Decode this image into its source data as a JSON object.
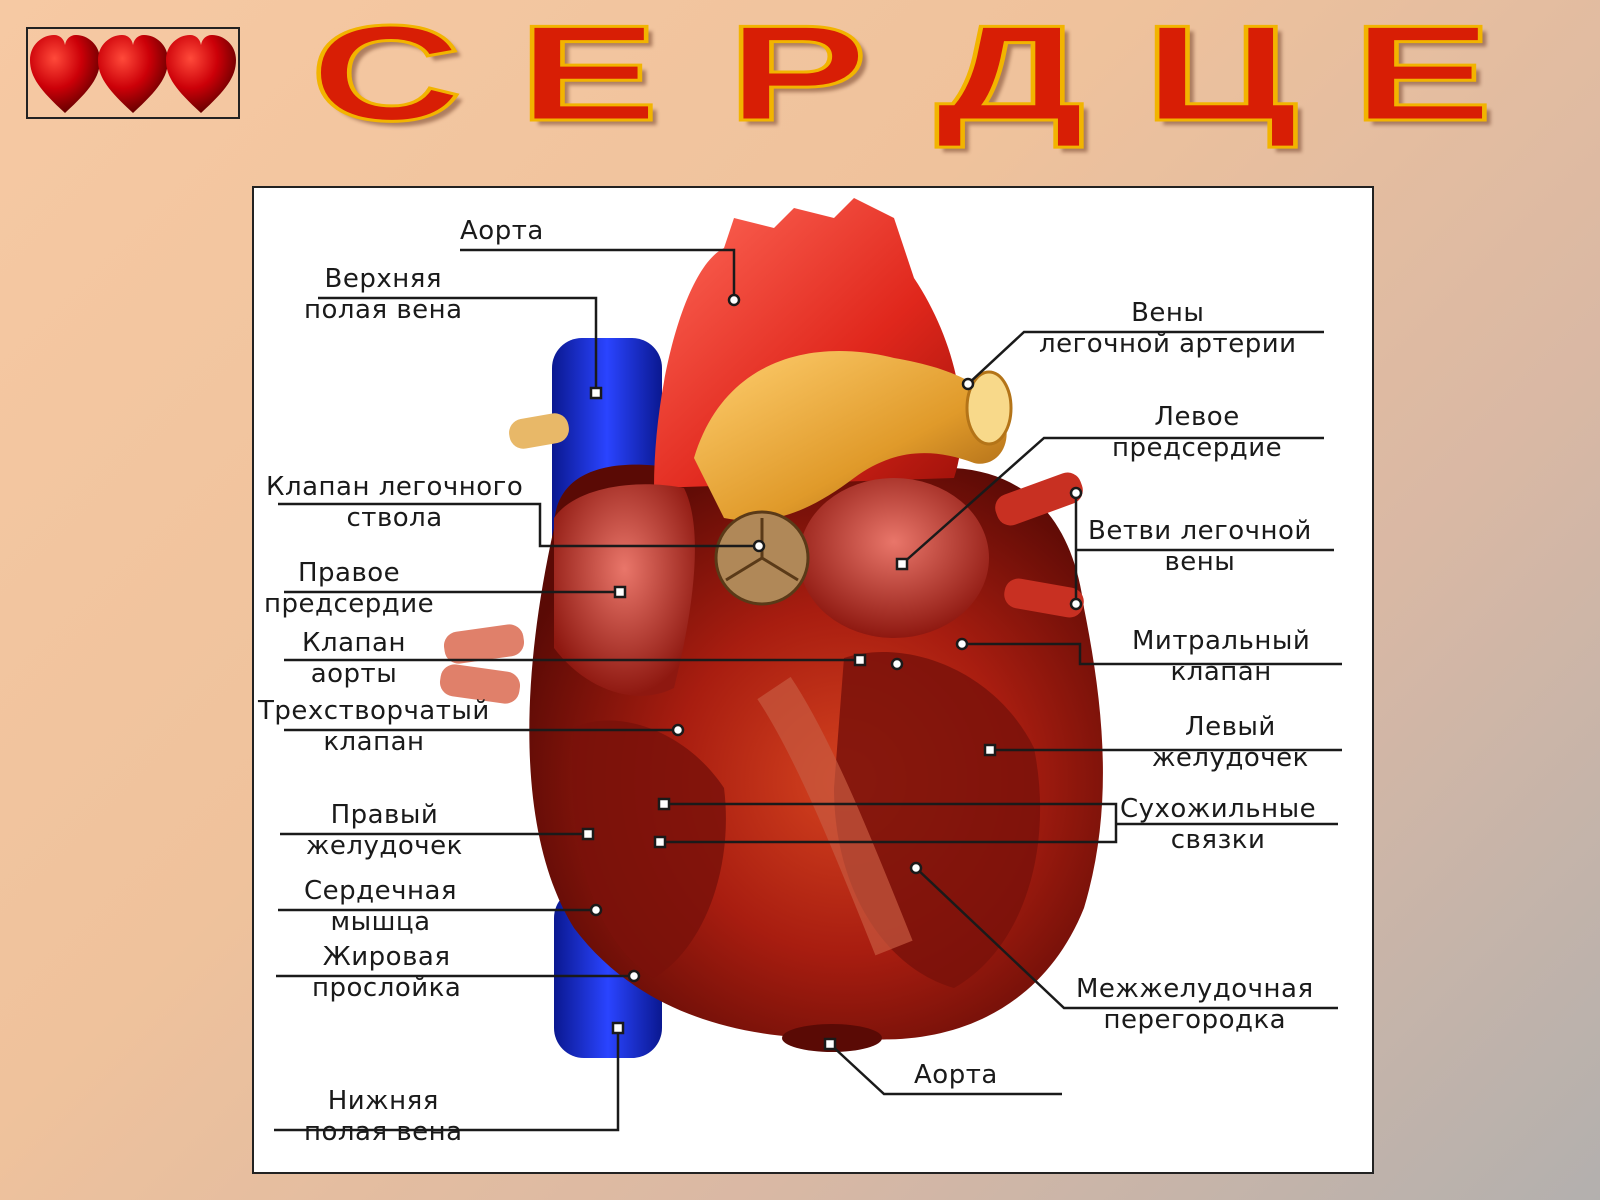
{
  "title": "СЕРДЦЕ",
  "title_letters": [
    "С",
    "Е",
    "Р",
    "Д",
    "Ц",
    "Е"
  ],
  "icons": {
    "hearts": "three-hearts-icon"
  },
  "colors": {
    "title_fill": "#d81e05",
    "title_outline": "#f2b400",
    "heart": "#c8000a",
    "vein_blue": "#1b2fd0"
  },
  "labels": {
    "aorta_top": [
      "Аорта"
    ],
    "superior_vena_cava": [
      "Верхняя",
      "полая вена"
    ],
    "pulmonary_veins_artery": [
      "Вены",
      "легочной артерии"
    ],
    "left_atrium": [
      "Левое",
      "предсердие"
    ],
    "pulmonary_valve": [
      "Клапан легочного",
      "ствола"
    ],
    "pulmonary_vein_branches": [
      "Ветви легочной",
      "вены"
    ],
    "right_atrium": [
      "Правое",
      "предсердие"
    ],
    "mitral_valve": [
      "Митральный",
      "клапан"
    ],
    "aortic_valve": [
      "Клапан",
      "аорты"
    ],
    "tricuspid_valve": [
      "Трехстворчатый",
      "клапан"
    ],
    "left_ventricle": [
      "Левый",
      "желудочек"
    ],
    "right_ventricle": [
      "Правый",
      "желудочек"
    ],
    "chordae_tendineae": [
      "Сухожильные",
      "связки"
    ],
    "heart_muscle": [
      "Сердечная",
      "мышца"
    ],
    "fat_layer": [
      "Жировая",
      "прослойка"
    ],
    "interventricular_septum": [
      "Межжелудочная",
      "перегородка"
    ],
    "aorta_bottom": [
      "Аорта"
    ],
    "inferior_vena_cava": [
      "Нижняя",
      "полая вена"
    ]
  }
}
